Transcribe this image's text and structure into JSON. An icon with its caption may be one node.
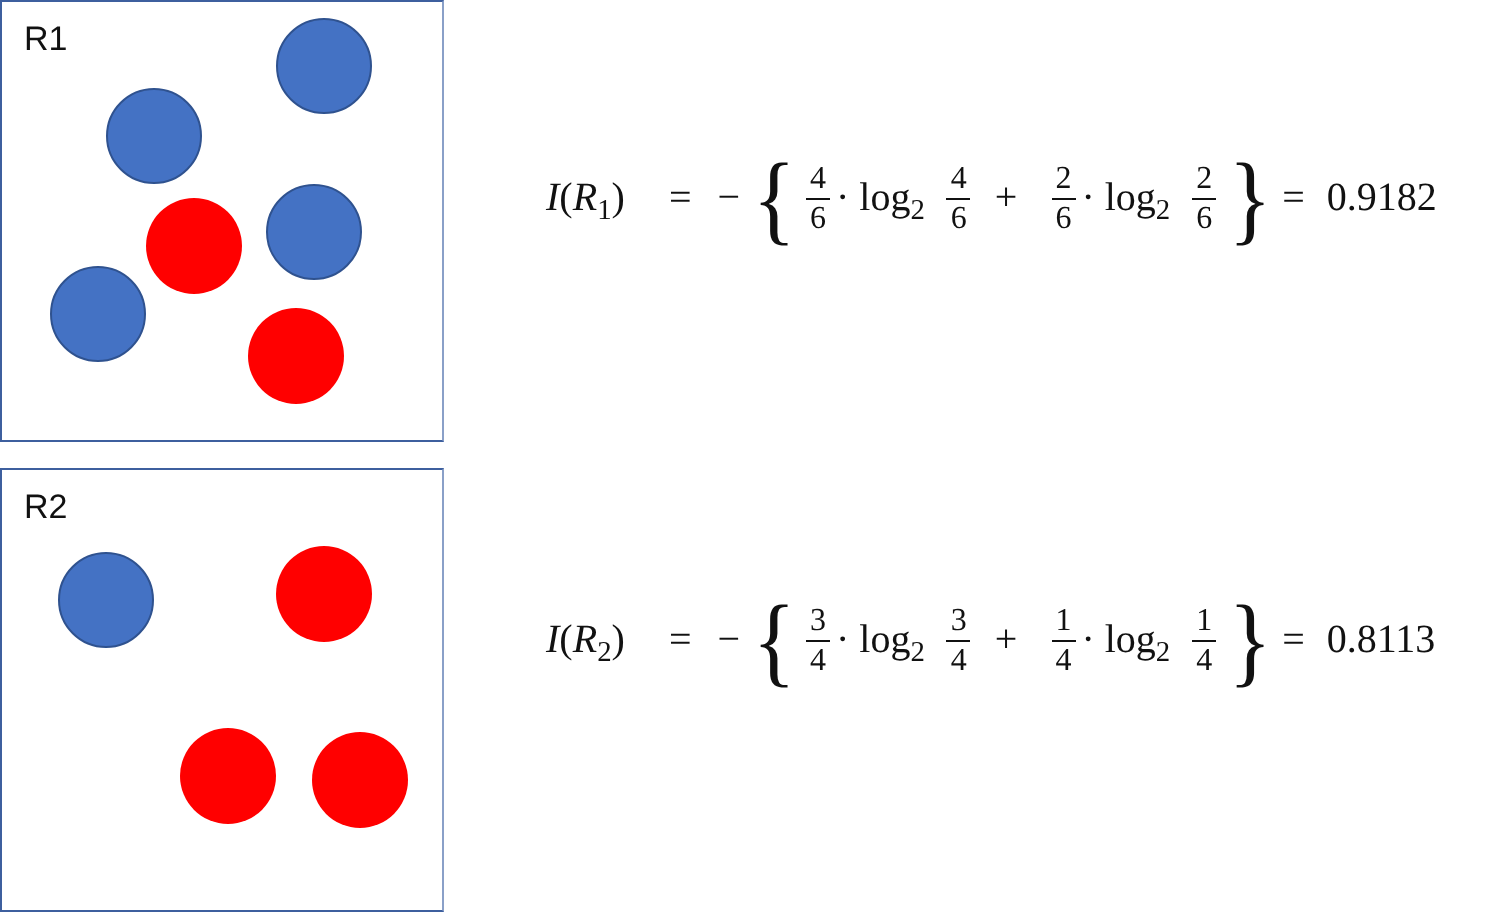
{
  "diagram": {
    "nodes": [
      {
        "text": [
          "R1"
        ]
      },
      {
        "text": [
          "R2"
        ]
      }
    ],
    "labels": [
      "*I*(*R*$_{1}$)",
      "=",
      "−",
      "{",
      "4",
      "6",
      "· log$_{2}$",
      "4",
      "6",
      "+",
      "2",
      "6",
      "· log$_{2}$",
      "2",
      "6",
      "}",
      "=",
      "0.9182",
      "*I*(*R*$_{2}$)",
      "=",
      "−",
      "{",
      "3",
      "4",
      "· log$_{2}$",
      "3",
      "4",
      "+",
      "1",
      "4",
      "· log$_{2}$",
      "1",
      "4",
      "}",
      "=",
      "0.8113"
    ]
  }
}
